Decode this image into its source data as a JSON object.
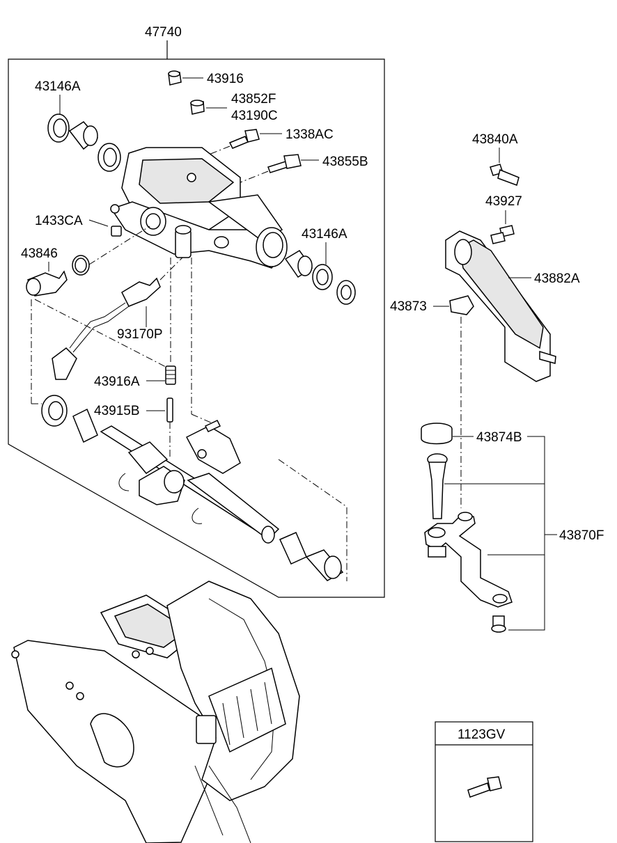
{
  "assembly_label": "47740",
  "parts": {
    "p43916": "43916",
    "p43852F": "43852F",
    "p43190C": "43190C",
    "p1338AC": "1338AC",
    "p43855B": "43855B",
    "p43146A_top": "43146A",
    "p1433CA": "1433CA",
    "p43146A_mid": "43146A",
    "p43846": "43846",
    "p93170P": "93170P",
    "p43916A": "43916A",
    "p43915B": "43915B",
    "p43840A": "43840A",
    "p43927": "43927",
    "p43882A": "43882A",
    "p43873": "43873",
    "p43874B": "43874B",
    "p43870F": "43870F",
    "p1123GV": "1123GV"
  }
}
